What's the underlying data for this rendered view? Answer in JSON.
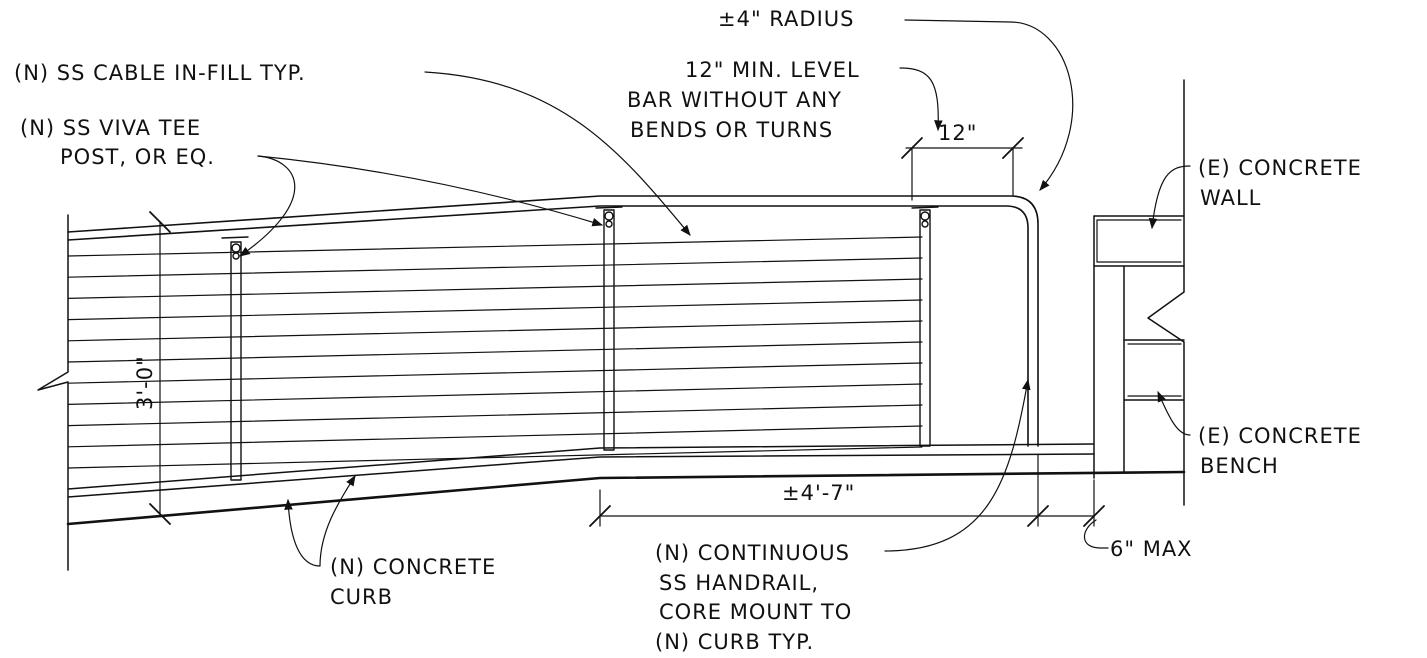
{
  "labels": {
    "cable_infill": "(N) SS CABLE IN-FILL TYP.",
    "post_line1": "(N) SS VIVA TEE",
    "post_line2": "POST, OR EQ.",
    "radius": "±4\" RADIUS",
    "level_bar_line1": "12\" MIN. LEVEL",
    "level_bar_line2": "BAR WITHOUT ANY",
    "level_bar_line3": "BENDS OR TURNS",
    "dim_12": "12\"",
    "wall_line1": "(E) CONCRETE",
    "wall_line2": "WALL",
    "bench_line1": "(E) CONCRETE",
    "bench_line2": "BENCH",
    "height_dim": "3'-0\"",
    "span_dim": "±4'-7\"",
    "max_dim": "6\" MAX",
    "curb_line1": "(N) CONCRETE",
    "curb_line2": "CURB",
    "handrail_line1": "(N) CONTINUOUS",
    "handrail_line2": "SS HANDRAIL,",
    "handrail_line3": "CORE MOUNT TO",
    "handrail_line4": "(N) CURB TYP."
  }
}
